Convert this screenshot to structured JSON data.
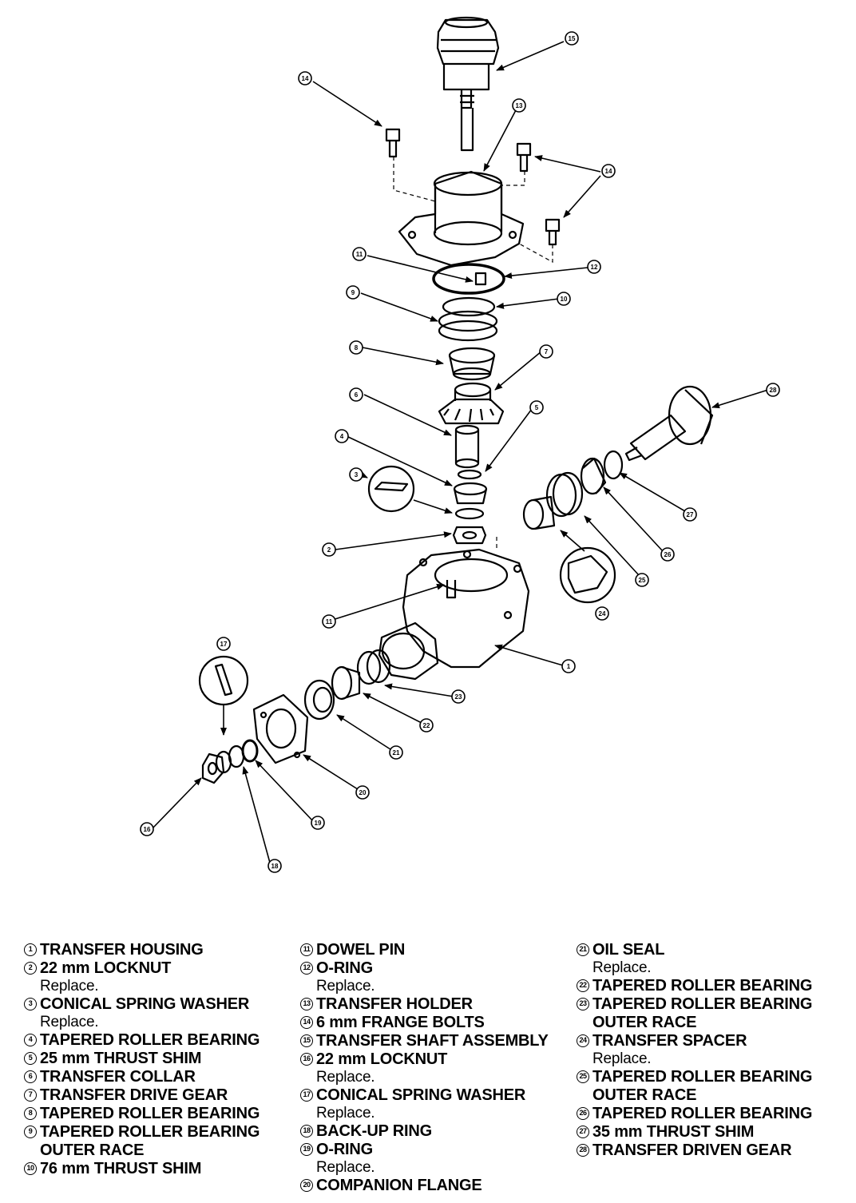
{
  "callouts": [
    "1",
    "2",
    "3",
    "4",
    "5",
    "6",
    "7",
    "8",
    "9",
    "10",
    "11",
    "12",
    "13",
    "14",
    "15",
    "16",
    "17",
    "18",
    "19",
    "20",
    "21",
    "22",
    "23",
    "24",
    "25",
    "26",
    "27",
    "28"
  ],
  "legend": {
    "col1": [
      {
        "num": "1",
        "name": "TRANSFER HOUSING"
      },
      {
        "num": "2",
        "name": "22 mm LOCKNUT",
        "note": "Replace."
      },
      {
        "num": "3",
        "name": "CONICAL SPRING WASHER",
        "note": "Replace."
      },
      {
        "num": "4",
        "name": "TAPERED ROLLER BEARING"
      },
      {
        "num": "5",
        "name": "25 mm THRUST SHIM"
      },
      {
        "num": "6",
        "name": "TRANSFER COLLAR"
      },
      {
        "num": "7",
        "name": "TRANSFER DRIVE GEAR"
      },
      {
        "num": "8",
        "name": "TAPERED ROLLER BEARING"
      },
      {
        "num": "9",
        "name": "TAPERED ROLLER BEARING",
        "name2": "OUTER RACE"
      },
      {
        "num": "10",
        "name": "76 mm THRUST SHIM"
      }
    ],
    "col2": [
      {
        "num": "11",
        "name": "DOWEL PIN"
      },
      {
        "num": "12",
        "name": "O-RING",
        "note": "Replace."
      },
      {
        "num": "13",
        "name": "TRANSFER HOLDER"
      },
      {
        "num": "14",
        "name": "6 mm FRANGE BOLTS"
      },
      {
        "num": "15",
        "name": "TRANSFER SHAFT ASSEMBLY"
      },
      {
        "num": "16",
        "name": "22 mm LOCKNUT",
        "note": "Replace."
      },
      {
        "num": "17",
        "name": "CONICAL SPRING WASHER",
        "note": "Replace."
      },
      {
        "num": "18",
        "name": "BACK-UP RING"
      },
      {
        "num": "19",
        "name": "O-RING",
        "note": "Replace."
      },
      {
        "num": "20",
        "name": "COMPANION FLANGE"
      }
    ],
    "col3": [
      {
        "num": "21",
        "name": "OIL SEAL",
        "note": "Replace."
      },
      {
        "num": "22",
        "name": "TAPERED ROLLER BEARING"
      },
      {
        "num": "23",
        "name": "TAPERED ROLLER BEARING",
        "name2": "OUTER RACE"
      },
      {
        "num": "24",
        "name": "TRANSFER SPACER",
        "note": "Replace."
      },
      {
        "num": "25",
        "name": "TAPERED ROLLER BEARING",
        "name2": "OUTER RACE"
      },
      {
        "num": "26",
        "name": "TAPERED ROLLER BEARING"
      },
      {
        "num": "27",
        "name": "35 mm THRUST SHIM"
      },
      {
        "num": "28",
        "name": "TRANSFER DRIVEN GEAR"
      }
    ]
  }
}
